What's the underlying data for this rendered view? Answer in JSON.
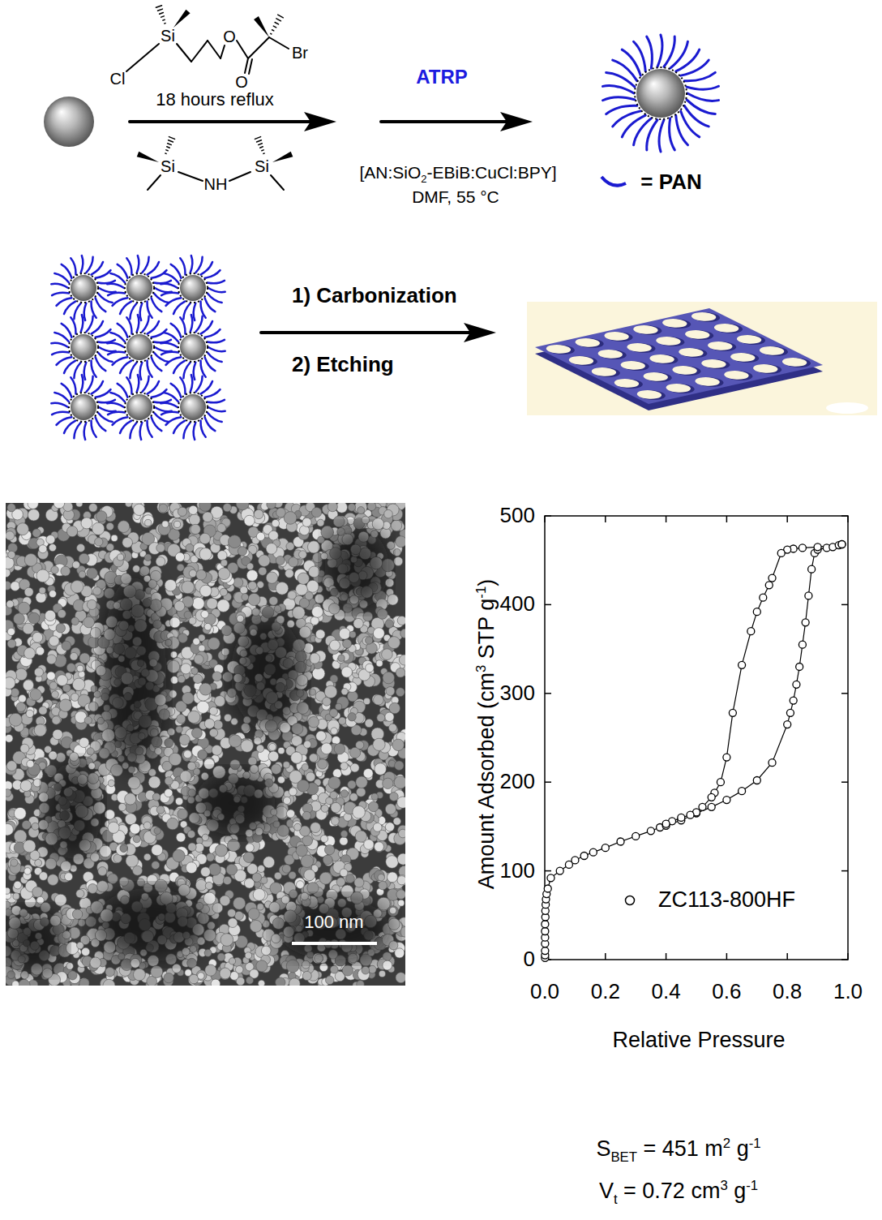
{
  "diagram": {
    "labels": [
      "Cl",
      "Si",
      "O",
      "O",
      "Br",
      "18 hours reflux",
      "Si",
      "NH",
      "Si",
      "ATRP",
      "[AN:SiO2-EBiB:CuCl:BPY]",
      "DMF, 55 °C",
      "= PAN",
      "1) Carbonization",
      "2) Etching",
      "100 nm",
      "Amount Adsorbed (cm3 STP g-1)",
      "0",
      "100",
      "200",
      "300",
      "400",
      "500",
      "0.0",
      "0.2",
      "0.4",
      "0.6",
      "0.8",
      "1.0",
      "Relative Pressure",
      "SBET = 451 m2 g-1",
      "Vt = 0.72 cm3 g-1"
    ],
    "legend": [
      {
        "text": "ZC113-800HF"
      }
    ]
  }
}
